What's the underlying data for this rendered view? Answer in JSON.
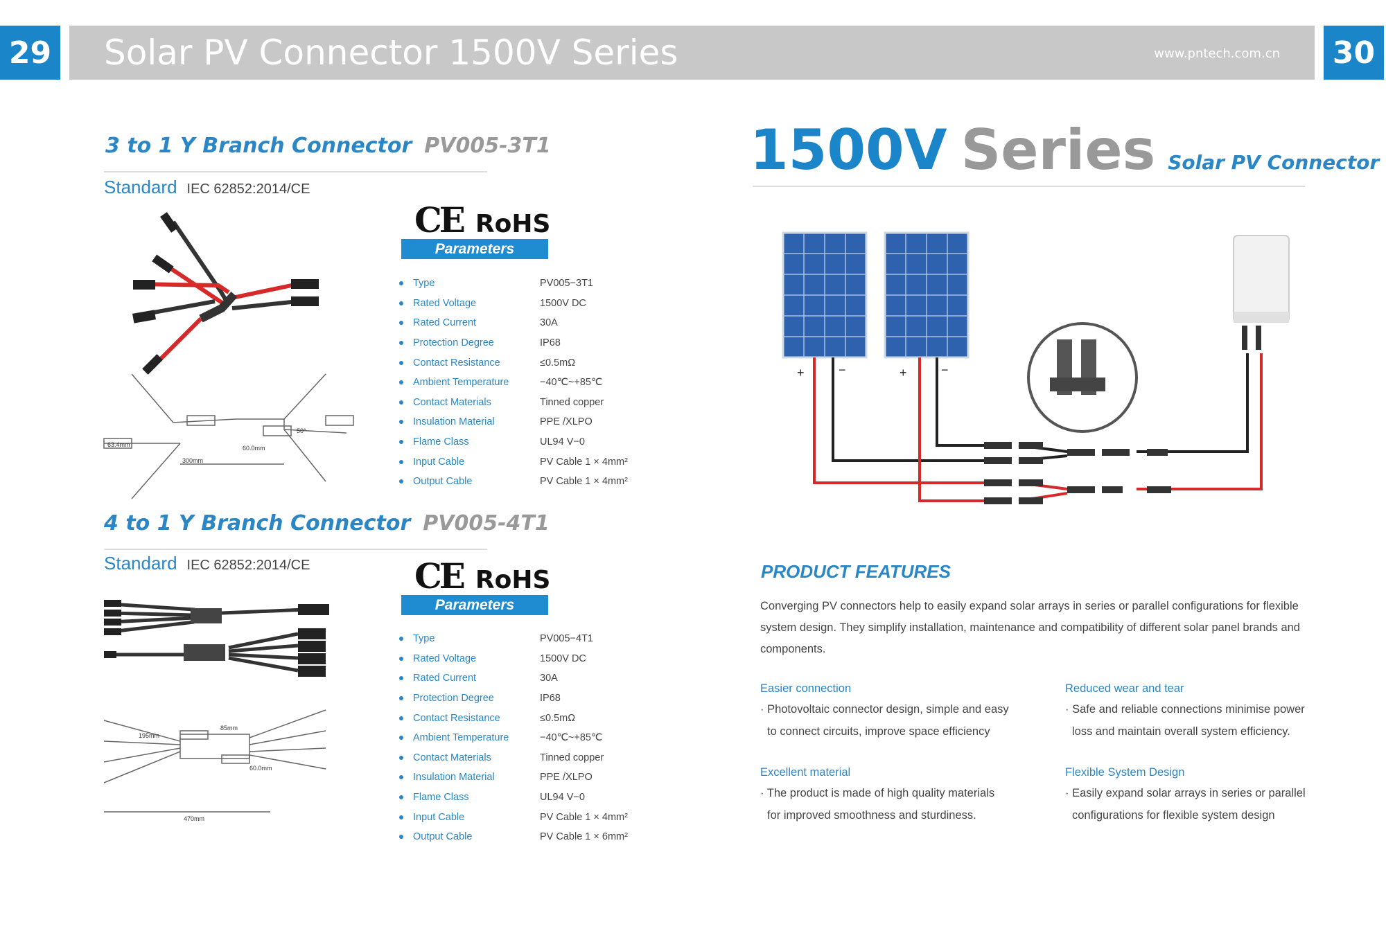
{
  "header": {
    "page_left": "29",
    "page_right": "30",
    "title": "Solar PV Connector 1500V Series",
    "url": "www.pntech.com.cn"
  },
  "products": [
    {
      "title": "3 to 1 Y Branch Connector",
      "model": "PV005-3T1",
      "standard_label": "Standard",
      "standard_value": "IEC 62852:2014/CE",
      "ce_mark": "CE",
      "rohs_mark": "RoHS",
      "params_label": "Parameters",
      "params": [
        {
          "k": "Type",
          "v": "PV005−3T1"
        },
        {
          "k": "Rated Voltage",
          "v": "1500V DC"
        },
        {
          "k": "Rated Current",
          "v": "30A"
        },
        {
          "k": "Protection Degree",
          "v": "IP68"
        },
        {
          "k": "Contact Resistance",
          "v": "≤0.5mΩ"
        },
        {
          "k": "Ambient Temperature",
          "v": "−40℃~+85℃"
        },
        {
          "k": "Contact Materials",
          "v": "Tinned copper"
        },
        {
          "k": "Insulation Material",
          "v": "PPE /XLPO"
        },
        {
          "k": "Flame Class",
          "v": "UL94 V−0"
        },
        {
          "k": "Input Cable",
          "v": "PV Cable 1 × 4mm²"
        },
        {
          "k": "Output Cable",
          "v": "PV Cable 1 × 4mm²"
        }
      ],
      "dims": {
        "d1": "63.4mm",
        "d2": "60.0mm",
        "d3": "300mm",
        "d4": "50°"
      }
    },
    {
      "title": "4 to 1 Y Branch Connector",
      "model": "PV005-4T1",
      "standard_label": "Standard",
      "standard_value": "IEC 62852:2014/CE",
      "ce_mark": "CE",
      "rohs_mark": "RoHS",
      "params_label": "Parameters",
      "params": [
        {
          "k": "Type",
          "v": "PV005−4T1"
        },
        {
          "k": "Rated Voltage",
          "v": "1500V DC"
        },
        {
          "k": "Rated Current",
          "v": "30A"
        },
        {
          "k": "Protection Degree",
          "v": "IP68"
        },
        {
          "k": "Contact Resistance",
          "v": "≤0.5mΩ"
        },
        {
          "k": "Ambient Temperature",
          "v": "−40℃~+85℃"
        },
        {
          "k": "Contact Materials",
          "v": "Tinned copper"
        },
        {
          "k": "Insulation Material",
          "v": "PPE /XLPO"
        },
        {
          "k": "Flame Class",
          "v": "UL94 V−0"
        },
        {
          "k": "Input Cable",
          "v": "PV Cable 1 × 4mm²"
        },
        {
          "k": "Output Cable",
          "v": "PV Cable 1 × 6mm²"
        }
      ],
      "dims": {
        "d1": "195mm",
        "d2": "85mm",
        "d3": "470mm",
        "d4": "60.0mm"
      }
    }
  ],
  "hero": {
    "big1": "1500V",
    "big2": "Series",
    "sub": "Solar PV Connector"
  },
  "diagram": {
    "plus": "+",
    "minus": "−"
  },
  "features": {
    "title": "PRODUCT FEATURES",
    "intro": "Converging PV connectors help to easily expand solar arrays in series or parallel configurations for flexible system design. They simplify installation, maintenance and compatibility of different solar panel brands and components.",
    "items": [
      {
        "h": "Easier connection",
        "l1": "· Photovoltaic connector design, simple and easy",
        "l2": "to connect circuits, improve space efficiency"
      },
      {
        "h": "Reduced wear and tear",
        "l1": "· Safe and reliable connections minimise power",
        "l2": "loss and maintain overall system efficiency."
      },
      {
        "h": "Excellent material",
        "l1": "· The product is made of high quality materials",
        "l2": "for improved smoothness and sturdiness."
      },
      {
        "h": "Flexible System Design",
        "l1": "· Easily expand solar arrays in series or parallel",
        "l2": "configurations for flexible system design"
      }
    ]
  },
  "colors": {
    "accent": "#1a86c9",
    "grey": "#c8c8c8",
    "red": "#d62a2a",
    "black": "#222222"
  }
}
